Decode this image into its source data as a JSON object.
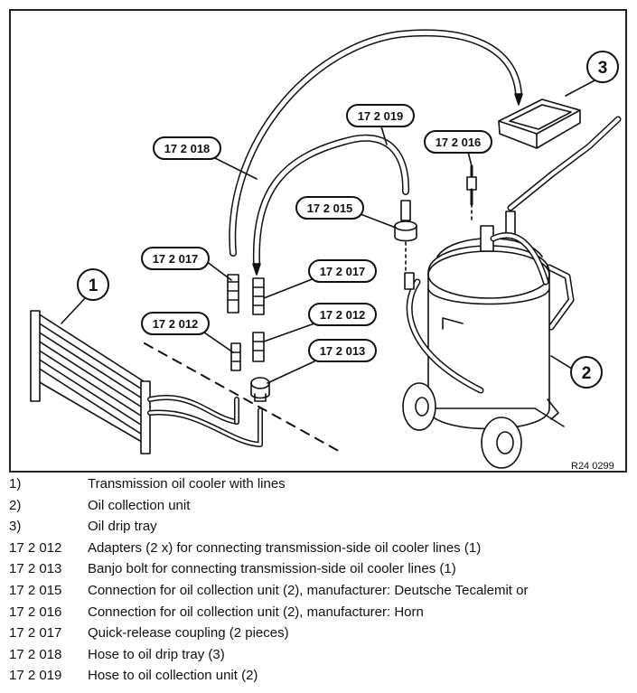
{
  "figure": {
    "callouts": [
      "1",
      "2",
      "3"
    ],
    "tags": {
      "t18": "17 2 018",
      "t19": "17 2 019",
      "t16": "17 2 016",
      "t15": "17 2 015",
      "t17a": "17 2 017",
      "t17b": "17 2 017",
      "t12a": "17 2 012",
      "t12b": "17 2 012",
      "t13": "17 2 013"
    },
    "reference": "R24 0299"
  },
  "legend": [
    {
      "key": "1)",
      "text": "Transmission oil cooler with lines"
    },
    {
      "key": "2)",
      "text": "Oil collection unit"
    },
    {
      "key": "3)",
      "text": "Oil drip tray"
    },
    {
      "key": "17 2 012",
      "text": "Adapters (2 x) for connecting transmission-side oil cooler lines (1)"
    },
    {
      "key": "17 2 013",
      "text": "Banjo bolt for connecting transmission-side oil cooler lines (1)"
    },
    {
      "key": "17 2 015",
      "text": "Connection for oil collection unit (2), manufacturer: Deutsche Tecalemit or"
    },
    {
      "key": "17 2 016",
      "text": "Connection for oil collection unit (2), manufacturer: Horn"
    },
    {
      "key": "17 2 017",
      "text": "Quick-release coupling (2 pieces)"
    },
    {
      "key": "17 2 018",
      "text": "Hose to oil drip tray (3)"
    },
    {
      "key": "17 2 019",
      "text": "Hose to oil collection unit (2)"
    }
  ]
}
